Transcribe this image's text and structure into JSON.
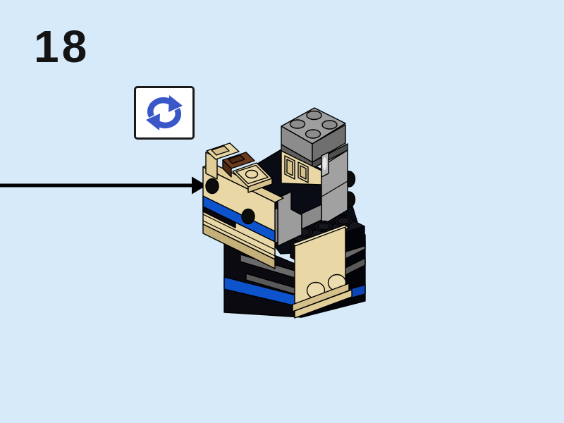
{
  "page": {
    "background": "#d6eaf9",
    "step_number": "18"
  },
  "rotate_callout": {
    "icon": "rotate-icon",
    "icon_color": "#3a57c8",
    "box_background": "#ffffff",
    "box_border_color": "#1a1a1a"
  },
  "assembly_arrow": {
    "color": "#000000",
    "direction": "right"
  },
  "model": {
    "name": "lego-assembly-step-18",
    "description": "Partially built LEGO BrickHeadz-style figure: black torso with dark-gray stripe layers and a blue layer near the base, tan chest plate with two round side studs, tan shoulder assembly with a reddish-brown 1x1 brick, recessed-top bricks and two black side studs over blue stripes, a light-gray 2x2 brick with four studs on top of tan headlight bricks and a light-gray column at the neck, and a black 1x3 brick with three studs on the torso top",
    "palette": {
      "tan": "#e9d8a6",
      "tan_shade": "#d7c18b",
      "tan_mid": "#e0cd97",
      "tan_dark": "#c6b07a",
      "tan_light": "#f1e4bb",
      "tan_stud": "#eddcae",
      "brown": "#6e3c1d",
      "brown_dark": "#4f2b14",
      "black": "#0a0a10",
      "black2": "#03030a",
      "black3": "#16161e",
      "ink": "#0a0c15",
      "stud": "#0c0c0c",
      "blue": "#0d53cc",
      "blue_dark": "#0c46b4",
      "gray_light": "#9e9e9e",
      "gray_mid": "#8c8c8c",
      "gray_mid2": "#8a8a8a",
      "gray_dark": "#6f6f6f",
      "gray_plate": "#5e5e5e",
      "gray_plate2": "#4f4f4f",
      "gray_stripe": "#6a6a6a",
      "gray_stripe2": "#595959",
      "gray_col": "#a1a1a1",
      "gray_bracket": "#9c9c9c",
      "gray_shine": "#b8b8b8",
      "white": "#eaeaea"
    }
  }
}
